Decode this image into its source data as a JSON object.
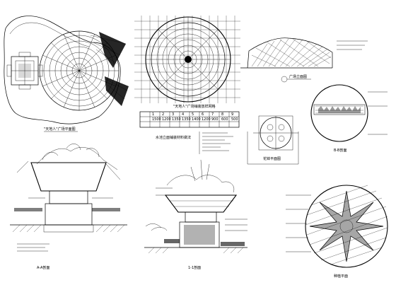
{
  "drawing": {
    "background": "#ffffff",
    "ink": "#000000",
    "panels": [
      {
        "id": "site-plan",
        "caption": "\"天地人\"广场平面图"
      },
      {
        "id": "paving-grid-plan",
        "caption": "\"天地人\"广场铺装放样网格"
      },
      {
        "id": "paving-table-note",
        "caption": "水池立面铺装材料做法"
      },
      {
        "id": "elevation-top-right",
        "caption": "广场立面图"
      },
      {
        "id": "planter-plan",
        "caption": "花钵平面图"
      },
      {
        "id": "section-a",
        "caption": "A-A剖面"
      },
      {
        "id": "section-1",
        "caption": "1-1剖面"
      },
      {
        "id": "section-b",
        "caption": "B-B剖面"
      },
      {
        "id": "planting-plan",
        "caption": "种植平面"
      }
    ],
    "table": {
      "rows": [
        [
          "1",
          "2",
          "3",
          "4",
          "5",
          "6",
          "7",
          "8",
          "9"
        ],
        [
          "1500",
          "1200",
          "1350",
          "1350",
          "1400",
          "1200",
          "900",
          "600",
          "500"
        ],
        [
          "",
          "",
          "",
          "",
          "",
          "",
          "",
          "",
          ""
        ]
      ]
    }
  }
}
